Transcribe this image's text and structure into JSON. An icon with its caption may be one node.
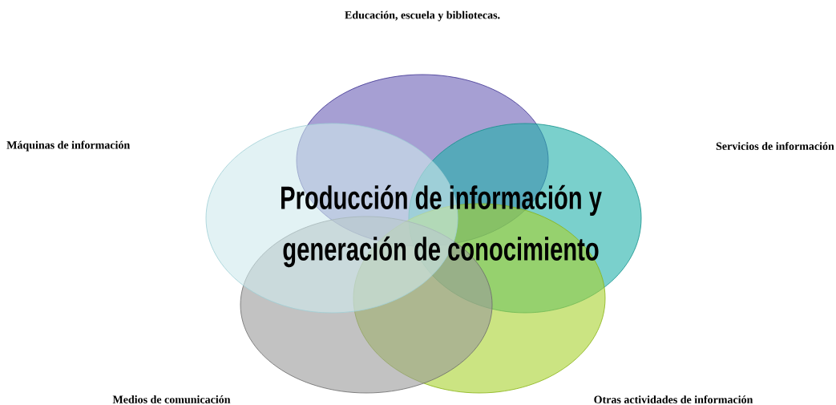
{
  "diagram": {
    "title": "Producción de información y generación de conocimiento",
    "nodes": [
      {
        "text": [],
        "shape": "circle"
      },
      {
        "text": [],
        "shape": "circle"
      },
      {
        "text": [],
        "shape": "circle"
      },
      {
        "text": [],
        "shape": "circle"
      },
      {
        "text": [],
        "shape": "circle"
      }
    ],
    "edges": [],
    "labels": [
      "Educación, escuela y bibliotecas.",
      "Máquinas de información",
      "Servicios de información",
      "Medios de comunicación",
      "Otras actividades de información"
    ]
  }
}
